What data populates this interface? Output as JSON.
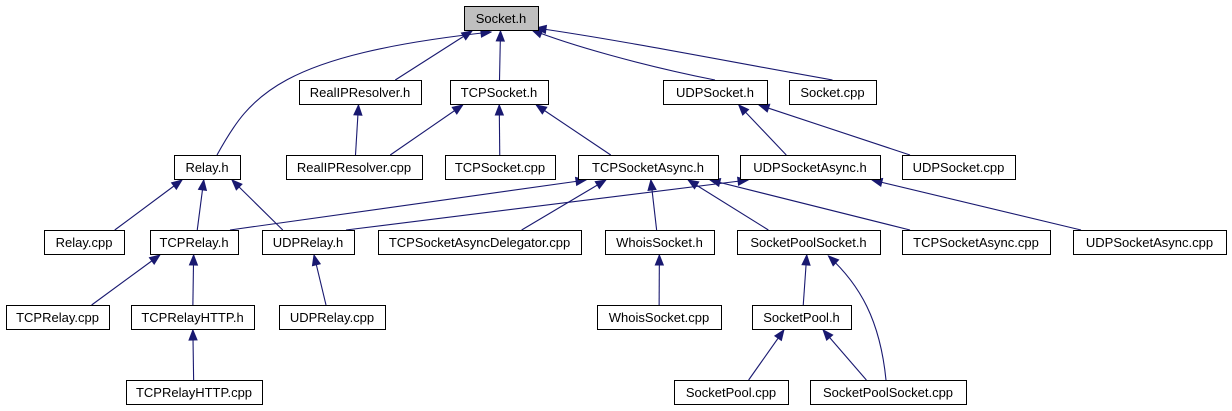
{
  "diagram": {
    "nodes": [
      {
        "id": "socket_h",
        "label": "Socket.h",
        "root": true
      },
      {
        "id": "realip_h",
        "label": "RealIPResolver.h"
      },
      {
        "id": "tcpsocket_h",
        "label": "TCPSocket.h"
      },
      {
        "id": "udpsocket_h",
        "label": "UDPSocket.h"
      },
      {
        "id": "socket_cpp",
        "label": "Socket.cpp"
      },
      {
        "id": "relay_h",
        "label": "Relay.h"
      },
      {
        "id": "realip_cpp",
        "label": "RealIPResolver.cpp"
      },
      {
        "id": "tcpsocket_cpp",
        "label": "TCPSocket.cpp"
      },
      {
        "id": "tcpasync_h",
        "label": "TCPSocketAsync.h"
      },
      {
        "id": "udpasync_h",
        "label": "UDPSocketAsync.h"
      },
      {
        "id": "udpsocket_cpp",
        "label": "UDPSocket.cpp"
      },
      {
        "id": "relay_cpp",
        "label": "Relay.cpp"
      },
      {
        "id": "tcprelay_h",
        "label": "TCPRelay.h"
      },
      {
        "id": "udprelay_h",
        "label": "UDPRelay.h"
      },
      {
        "id": "tcpasyncdel_cpp",
        "label": "TCPSocketAsyncDelegator.cpp"
      },
      {
        "id": "whois_h",
        "label": "WhoisSocket.h"
      },
      {
        "id": "sockpoolsock_h",
        "label": "SocketPoolSocket.h"
      },
      {
        "id": "tcpasync_cpp",
        "label": "TCPSocketAsync.cpp"
      },
      {
        "id": "udpasync_cpp",
        "label": "UDPSocketAsync.cpp"
      },
      {
        "id": "tcprelay_cpp",
        "label": "TCPRelay.cpp"
      },
      {
        "id": "tcprelayhttp_h",
        "label": "TCPRelayHTTP.h"
      },
      {
        "id": "udprelay_cpp",
        "label": "UDPRelay.cpp"
      },
      {
        "id": "whois_cpp",
        "label": "WhoisSocket.cpp"
      },
      {
        "id": "sockpool_h",
        "label": "SocketPool.h"
      },
      {
        "id": "tcprelayhttp_cpp",
        "label": "TCPRelayHTTP.cpp"
      },
      {
        "id": "sockpool_cpp",
        "label": "SocketPool.cpp"
      },
      {
        "id": "sockpoolsock_cpp",
        "label": "SocketPoolSocket.cpp"
      }
    ],
    "edges": [
      {
        "from": "realip_h",
        "to": "socket_h"
      },
      {
        "from": "tcpsocket_h",
        "to": "socket_h"
      },
      {
        "from": "udpsocket_h",
        "to": "socket_h"
      },
      {
        "from": "socket_cpp",
        "to": "socket_h"
      },
      {
        "from": "relay_h",
        "to": "socket_h"
      },
      {
        "from": "realip_cpp",
        "to": "realip_h"
      },
      {
        "from": "realip_cpp",
        "to": "tcpsocket_h"
      },
      {
        "from": "tcpsocket_cpp",
        "to": "tcpsocket_h"
      },
      {
        "from": "tcpasync_h",
        "to": "tcpsocket_h"
      },
      {
        "from": "udpasync_h",
        "to": "udpsocket_h"
      },
      {
        "from": "udpsocket_cpp",
        "to": "udpsocket_h"
      },
      {
        "from": "relay_cpp",
        "to": "relay_h"
      },
      {
        "from": "tcprelay_h",
        "to": "relay_h"
      },
      {
        "from": "udprelay_h",
        "to": "relay_h"
      },
      {
        "from": "tcprelay_h",
        "to": "tcpasync_h"
      },
      {
        "from": "tcpasyncdel_cpp",
        "to": "tcpasync_h"
      },
      {
        "from": "whois_h",
        "to": "tcpasync_h"
      },
      {
        "from": "sockpoolsock_h",
        "to": "tcpasync_h"
      },
      {
        "from": "tcpasync_cpp",
        "to": "tcpasync_h"
      },
      {
        "from": "udprelay_h",
        "to": "udpasync_h"
      },
      {
        "from": "udpasync_cpp",
        "to": "udpasync_h"
      },
      {
        "from": "tcprelay_cpp",
        "to": "tcprelay_h"
      },
      {
        "from": "tcprelayhttp_h",
        "to": "tcprelay_h"
      },
      {
        "from": "udprelay_cpp",
        "to": "udprelay_h"
      },
      {
        "from": "whois_cpp",
        "to": "whois_h"
      },
      {
        "from": "sockpool_h",
        "to": "sockpoolsock_h"
      },
      {
        "from": "sockpoolsock_cpp",
        "to": "sockpoolsock_h"
      },
      {
        "from": "tcprelayhttp_cpp",
        "to": "tcprelayhttp_h"
      },
      {
        "from": "sockpool_cpp",
        "to": "sockpool_h"
      },
      {
        "from": "sockpoolsock_cpp",
        "to": "sockpool_h"
      }
    ],
    "colors": {
      "edge": "#191970",
      "root_fill": "#bfbfbf",
      "node_fill": "#ffffff",
      "node_border": "#000000"
    }
  }
}
